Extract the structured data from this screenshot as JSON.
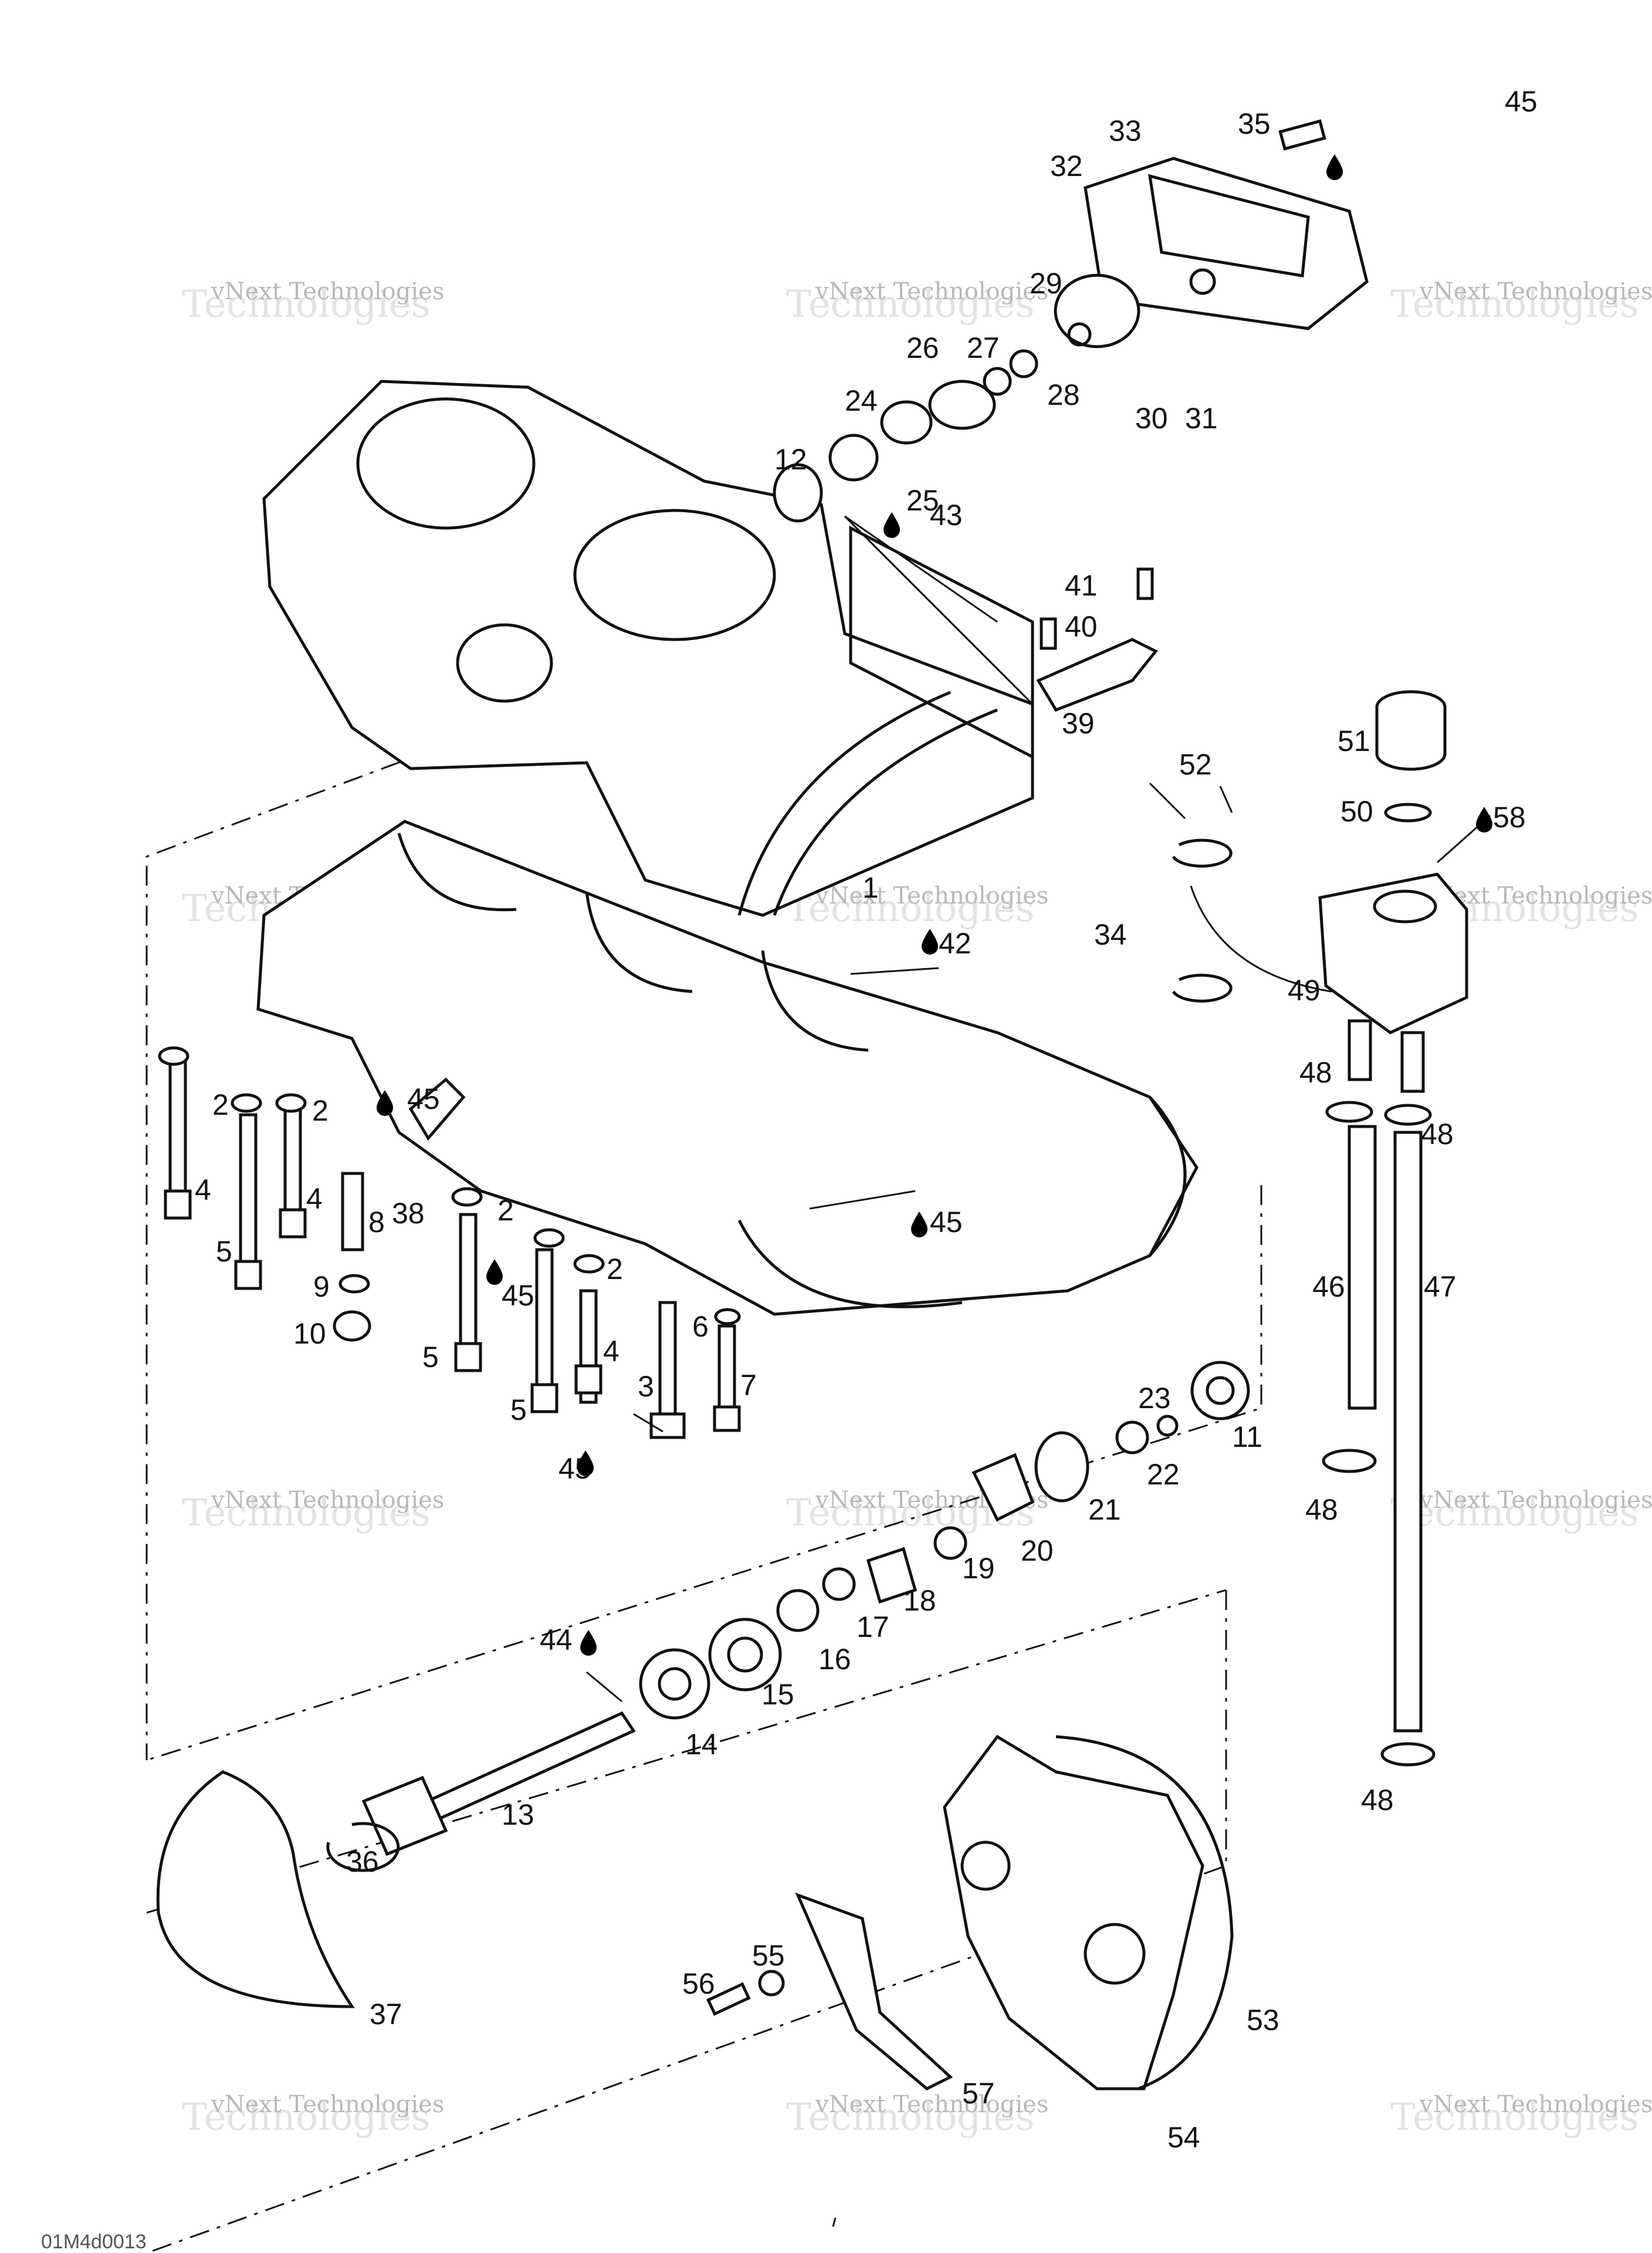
{
  "diagram": {
    "drawing_code": "01M4d0013",
    "drop_symbol": "oil-drop-icon",
    "watermark": {
      "line1": "vNext Technologies",
      "line2": "Technologies"
    },
    "callouts": [
      {
        "id": "c1",
        "text": "1"
      },
      {
        "id": "c2a",
        "text": "2"
      },
      {
        "id": "c2b",
        "text": "2"
      },
      {
        "id": "c2c",
        "text": "2"
      },
      {
        "id": "c2d",
        "text": "2"
      },
      {
        "id": "c3",
        "text": "3"
      },
      {
        "id": "c4a",
        "text": "4"
      },
      {
        "id": "c4b",
        "text": "4"
      },
      {
        "id": "c4c",
        "text": "4"
      },
      {
        "id": "c5a",
        "text": "5"
      },
      {
        "id": "c5b",
        "text": "5"
      },
      {
        "id": "c5c",
        "text": "5"
      },
      {
        "id": "c6",
        "text": "6"
      },
      {
        "id": "c7",
        "text": "7"
      },
      {
        "id": "c8",
        "text": "8"
      },
      {
        "id": "c9",
        "text": "9"
      },
      {
        "id": "c10",
        "text": "10"
      },
      {
        "id": "c11",
        "text": "11"
      },
      {
        "id": "c12",
        "text": "12"
      },
      {
        "id": "c13",
        "text": "13"
      },
      {
        "id": "c14",
        "text": "14"
      },
      {
        "id": "c15",
        "text": "15"
      },
      {
        "id": "c16",
        "text": "16"
      },
      {
        "id": "c17",
        "text": "17"
      },
      {
        "id": "c18",
        "text": "18"
      },
      {
        "id": "c19",
        "text": "19"
      },
      {
        "id": "c20",
        "text": "20"
      },
      {
        "id": "c21",
        "text": "21"
      },
      {
        "id": "c22",
        "text": "22"
      },
      {
        "id": "c23",
        "text": "23"
      },
      {
        "id": "c24",
        "text": "24"
      },
      {
        "id": "c25",
        "text": "25"
      },
      {
        "id": "c26",
        "text": "26"
      },
      {
        "id": "c27",
        "text": "27"
      },
      {
        "id": "c28",
        "text": "28"
      },
      {
        "id": "c29",
        "text": "29"
      },
      {
        "id": "c30",
        "text": "30"
      },
      {
        "id": "c31",
        "text": "31"
      },
      {
        "id": "c32",
        "text": "32"
      },
      {
        "id": "c33",
        "text": "33"
      },
      {
        "id": "c34",
        "text": "34"
      },
      {
        "id": "c35",
        "text": "35"
      },
      {
        "id": "c36",
        "text": "36"
      },
      {
        "id": "c37",
        "text": "37"
      },
      {
        "id": "c38",
        "text": "38"
      },
      {
        "id": "c39",
        "text": "39"
      },
      {
        "id": "c40",
        "text": "40"
      },
      {
        "id": "c41",
        "text": "41"
      },
      {
        "id": "c42",
        "text": "42"
      },
      {
        "id": "c43",
        "text": "43"
      },
      {
        "id": "c44",
        "text": "44"
      },
      {
        "id": "c45a",
        "text": "45"
      },
      {
        "id": "c45b",
        "text": "45"
      },
      {
        "id": "c45c",
        "text": "45"
      },
      {
        "id": "c45d",
        "text": "45"
      },
      {
        "id": "c45e",
        "text": "45"
      },
      {
        "id": "c46",
        "text": "46"
      },
      {
        "id": "c47",
        "text": "47"
      },
      {
        "id": "c48a",
        "text": "48"
      },
      {
        "id": "c48b",
        "text": "48"
      },
      {
        "id": "c48c",
        "text": "48"
      },
      {
        "id": "c48d",
        "text": "48"
      },
      {
        "id": "c49",
        "text": "49"
      },
      {
        "id": "c50",
        "text": "50"
      },
      {
        "id": "c51",
        "text": "51"
      },
      {
        "id": "c52",
        "text": "52"
      },
      {
        "id": "c53",
        "text": "53"
      },
      {
        "id": "c54",
        "text": "54"
      },
      {
        "id": "c55",
        "text": "55"
      },
      {
        "id": "c56",
        "text": "56"
      },
      {
        "id": "c57",
        "text": "57"
      },
      {
        "id": "c58",
        "text": "58"
      }
    ]
  }
}
